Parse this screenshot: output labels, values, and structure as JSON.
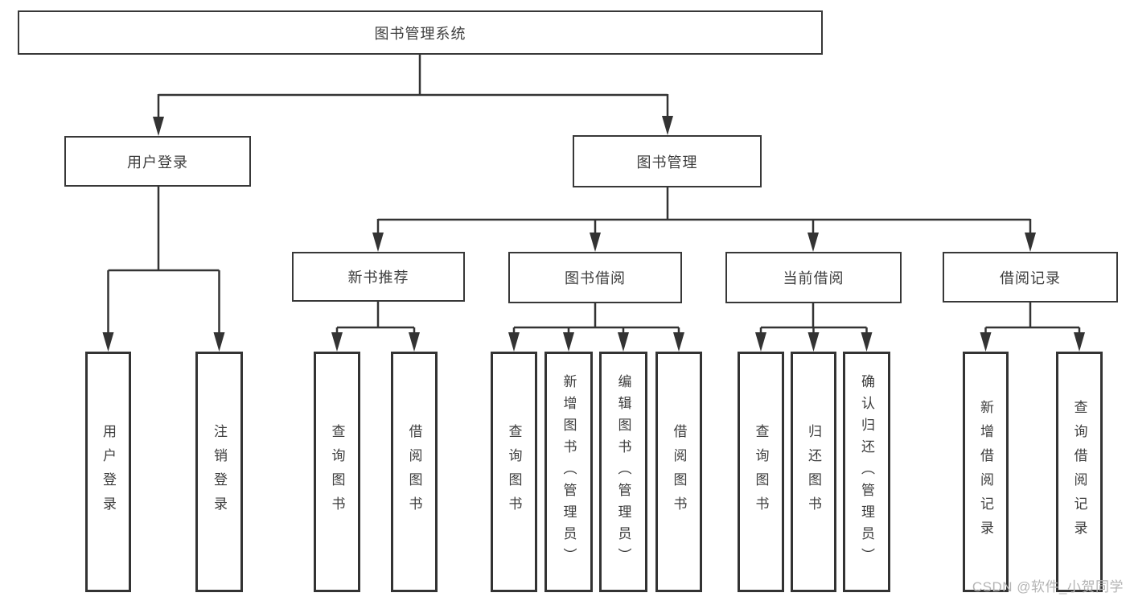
{
  "diagram": {
    "root": {
      "label": "图书管理系统"
    },
    "level2": [
      {
        "label": "用户登录"
      },
      {
        "label": "图书管理"
      }
    ],
    "level3": [
      {
        "label": "新书推荐"
      },
      {
        "label": "图书借阅"
      },
      {
        "label": "当前借阅"
      },
      {
        "label": "借阅记录"
      }
    ],
    "leaves": {
      "user_login": [
        {
          "label": "用户登录"
        },
        {
          "label": "注销登录"
        }
      ],
      "new_book": [
        {
          "label": "查询图书"
        },
        {
          "label": "借阅图书"
        }
      ],
      "book_borrow": [
        {
          "label": "查询图书"
        },
        {
          "label": "新增图书（管理员）"
        },
        {
          "label": "编辑图书（管理员）"
        },
        {
          "label": "借阅图书"
        }
      ],
      "current_borrow": [
        {
          "label": "查询图书"
        },
        {
          "label": "归还图书"
        },
        {
          "label": "确认归还（管理员）"
        }
      ],
      "borrow_records": [
        {
          "label": "新增借阅记录"
        },
        {
          "label": "查询借阅记录"
        }
      ]
    },
    "watermark": "CSDN @软件_小贺同学",
    "colors": {
      "line": "#333333",
      "text": "#3d3d3d",
      "watermark": "#b4b4b4",
      "background": "#ffffff"
    }
  }
}
